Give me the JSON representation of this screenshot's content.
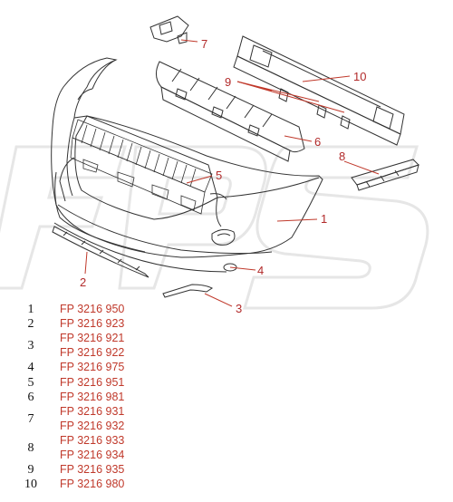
{
  "watermark": "FPS",
  "callouts": [
    {
      "id": "7",
      "label": "7"
    },
    {
      "id": "10",
      "label": "10"
    },
    {
      "id": "9",
      "label": "9"
    },
    {
      "id": "6",
      "label": "6"
    },
    {
      "id": "8",
      "label": "8"
    },
    {
      "id": "5",
      "label": "5"
    },
    {
      "id": "1",
      "label": "1"
    },
    {
      "id": "2",
      "label": "2"
    },
    {
      "id": "4",
      "label": "4"
    },
    {
      "id": "3",
      "label": "3"
    }
  ],
  "legend": [
    {
      "num": "1",
      "codes": [
        "FP 3216 950"
      ]
    },
    {
      "num": "2",
      "codes": [
        "FP 3216 923"
      ]
    },
    {
      "num": "3",
      "codes": [
        "FP 3216 921",
        "FP 3216 922"
      ]
    },
    {
      "num": "4",
      "codes": [
        "FP 3216 975"
      ]
    },
    {
      "num": "5",
      "codes": [
        "FP 3216 951"
      ]
    },
    {
      "num": "6",
      "codes": [
        "FP 3216 981"
      ]
    },
    {
      "num": "7",
      "codes": [
        "FP 3216 931",
        "FP 3216 932"
      ]
    },
    {
      "num": "8",
      "codes": [
        "FP 3216 933",
        "FP 3216 934"
      ]
    },
    {
      "num": "9",
      "codes": [
        "FP 3216 935"
      ]
    },
    {
      "num": "10",
      "codes": [
        "FP 3216 980"
      ]
    }
  ]
}
